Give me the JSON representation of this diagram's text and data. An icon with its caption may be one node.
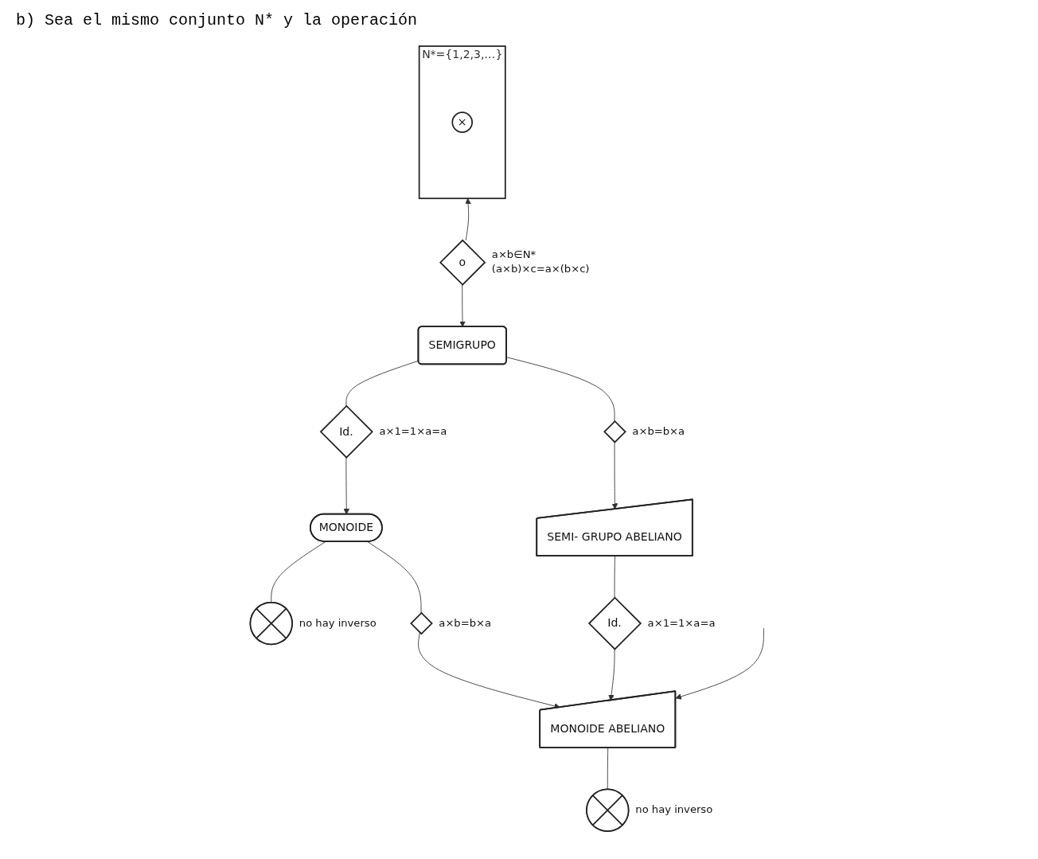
{
  "diagram": {
    "title": "b) Sea el mismo conjunto N* y la operación",
    "nodes": [
      {
        "text": [
          "N*={1,2,3,…}"
        ]
      },
      {
        "text": [
          "×"
        ],
        "in": 0
      },
      {
        "text": [
          "o"
        ],
        "beside": [
          "a×b∈N*",
          "(a×b)×c=a×(b×c)"
        ]
      },
      {
        "text": [
          "SEMIGRUPO"
        ]
      },
      {
        "text": [
          "Id."
        ],
        "beside": [
          "a×1=1×a=a"
        ]
      },
      {
        "text": [
          "MONOIDE"
        ]
      },
      {
        "text": [],
        "shape": "cross",
        "beside": [
          "no hay inverso"
        ]
      },
      {
        "text": [],
        "shape": "diamond",
        "beside": [
          "a×b=b×a"
        ]
      },
      {
        "text": [
          "SEMI- GRUPO ABELIANO"
        ]
      },
      {
        "text": [
          "Id."
        ],
        "beside": [
          "a×1=1×a=a"
        ]
      },
      {
        "text": [
          "MONOIDE ABELIANO"
        ]
      },
      {
        "text": [],
        "shape": "cross",
        "beside": [
          "no hay inverso"
        ]
      },
      {
        "text": [],
        "shape": "diamond",
        "beside": [
          "a×b=b×a"
        ]
      }
    ],
    "edges": [
      {
        "from": 2,
        "to": 0,
        "arrow": "to"
      },
      {
        "from": 2,
        "to": 3,
        "arrow": "to"
      },
      {
        "from": 3,
        "to": 4,
        "arrow": "none"
      },
      {
        "from": 4,
        "to": 5,
        "arrow": "to"
      },
      {
        "from": 5,
        "to": 6,
        "arrow": "none"
      },
      {
        "from": 3,
        "to": 7,
        "arrow": "none"
      },
      {
        "from": 7,
        "to": 8,
        "arrow": "to"
      },
      {
        "from": 8,
        "to": 9,
        "arrow": "none"
      },
      {
        "from": 9,
        "to": 10,
        "arrow": "to"
      },
      {
        "from": 10,
        "to": 11,
        "arrow": "none"
      },
      {
        "from": 5,
        "to": 12,
        "arrow": "none"
      },
      {
        "from": 12,
        "to": 10,
        "arrow": "to"
      },
      {
        "from": null,
        "to": 10,
        "arrow": "to"
      }
    ]
  }
}
